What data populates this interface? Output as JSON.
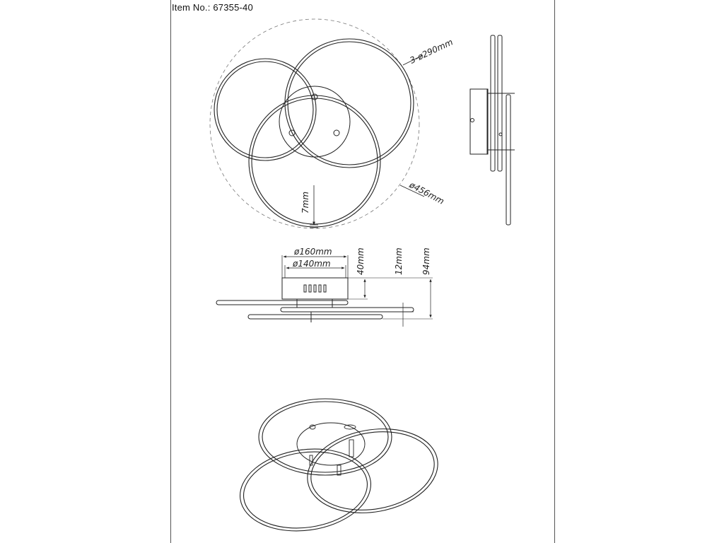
{
  "header": {
    "item_label": "Item No.: 67355-40"
  },
  "dimensions": {
    "ring_diameter": "3-ø290mm",
    "overall_diameter": "ø456mm",
    "ring_gap": "7mm",
    "canopy_diameter": "ø160mm",
    "base_diameter": "ø140mm",
    "canopy_height": "40mm",
    "ring_spacing": "12mm",
    "total_height": "94mm"
  }
}
